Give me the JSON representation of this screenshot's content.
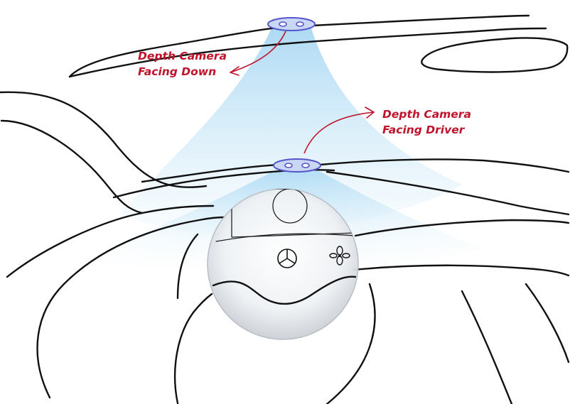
{
  "labels": {
    "camera_down": {
      "line1": "Depth Camera",
      "line2": "Facing Down"
    },
    "camera_driver": {
      "line1": "Depth Camera",
      "line2": "Facing Driver"
    }
  },
  "icons": {
    "camera_down": "depth-camera-icon",
    "camera_driver": "depth-camera-icon",
    "steering_logo": "mercedes-star-icon",
    "fan": "fan-icon"
  },
  "colors": {
    "label_text": "#c0142c",
    "arrow": "#c0142c",
    "camera_outline": "#5555cc",
    "camera_fill": "#c9d7f5",
    "beam": "#bfe2f7",
    "sketch_line": "#111111",
    "mirror_lens": "#e6eaef"
  }
}
